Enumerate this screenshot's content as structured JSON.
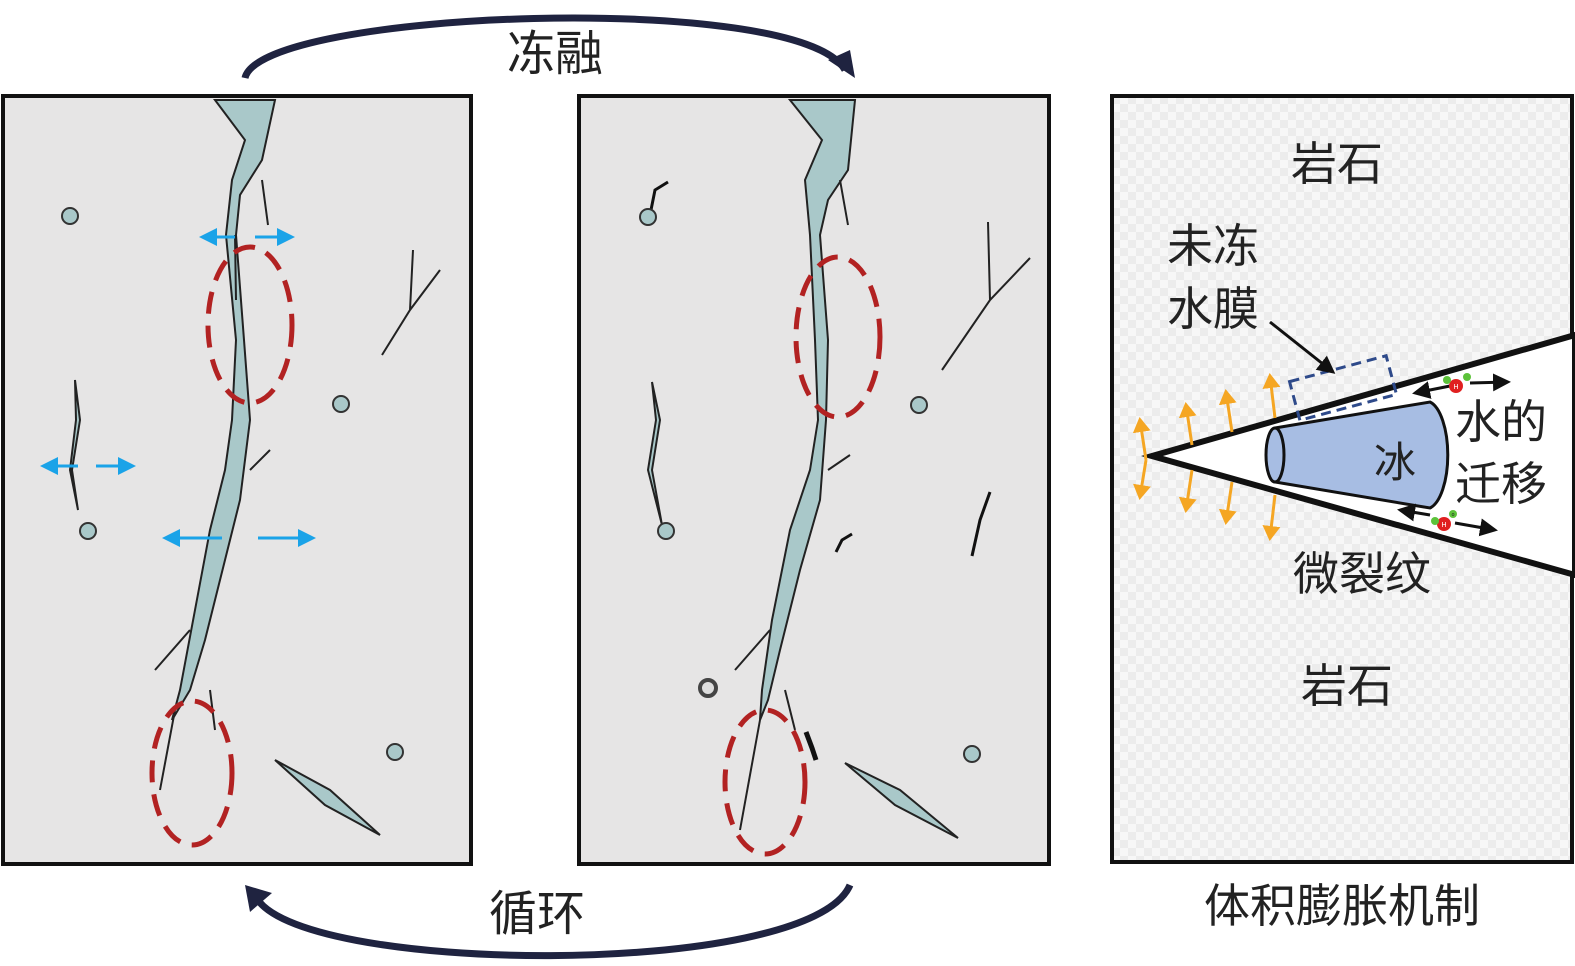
{
  "labels": {
    "top_cycle": "冻融",
    "bottom_cycle": "循环",
    "rock_top": "岩石",
    "rock_bottom": "岩石",
    "unfrozen_film_line1": "未冻",
    "unfrozen_film_line2": "水膜",
    "ice": "冰",
    "water_migration_line1": "水的",
    "water_migration_line2": "迁移",
    "microcrack": "微裂纹",
    "mechanism_caption": "体积膨胀机制",
    "molecule_center": "H",
    "molecule_side": "o"
  },
  "colors": {
    "panel_bg": "#e6e5e5",
    "water": "#a9c8c9",
    "ice": "#a7bde3",
    "ellipse": "#b22222",
    "expand_arrow": "#f5a623",
    "blue_arrow": "#1aa3e8",
    "cycle_arrow": "#1f2340",
    "film_box": "#2e4a8a"
  }
}
